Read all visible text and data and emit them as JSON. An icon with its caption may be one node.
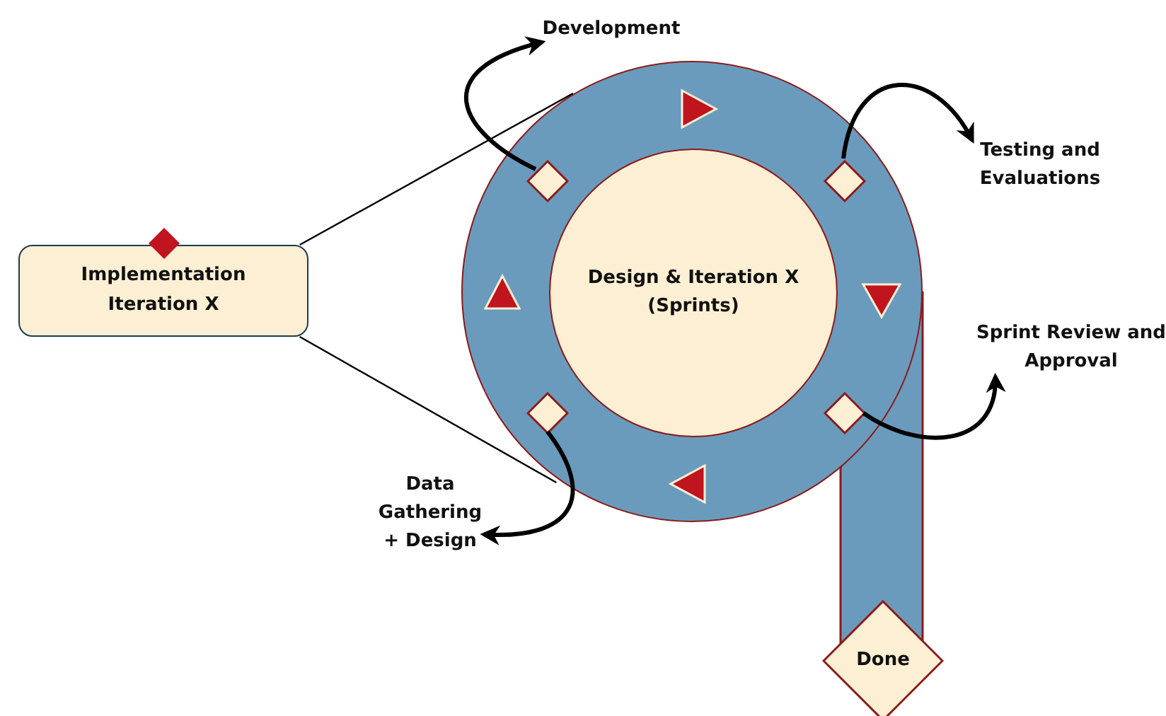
{
  "diagram": {
    "nodes": [
      {
        "text": [
          "Implementation Iteration X"
        ]
      },
      {
        "text": [],
        "shape": "circle"
      },
      {
        "text": [
          "Design & Iteration X (Sprints)"
        ],
        "in": 1
      },
      {
        "text": [],
        "shape": "diamond",
        "in": 1
      },
      {
        "text": [],
        "shape": "diamond",
        "in": 1
      },
      {
        "text": [],
        "shape": "diamond",
        "in": 1
      },
      {
        "text": [],
        "shape": "diamond",
        "in": 1
      },
      {
        "text": [
          "Development"
        ]
      },
      {
        "text": [
          "Testing and Evaluations"
        ]
      },
      {
        "text": [
          "Sprint Review and Approval"
        ]
      },
      {
        "text": [
          "Data Gathering + Design"
        ]
      },
      {
        "text": [
          "Done"
        ]
      }
    ],
    "edges": [
      {
        "from": 0,
        "to": 1,
        "arrow": "none"
      },
      {
        "from": 0,
        "to": 1,
        "arrow": "none"
      },
      {
        "from": 3,
        "to": 7,
        "arrow": "to"
      },
      {
        "from": 4,
        "to": 8,
        "arrow": "to"
      },
      {
        "from": 5,
        "to": 9,
        "arrow": "to"
      },
      {
        "from": 6,
        "to": 10,
        "arrow": "to"
      },
      {
        "from": 1,
        "to": 11,
        "arrow": "none",
        "style": "thick",
        "color": "#6a9bbd"
      }
    ]
  }
}
